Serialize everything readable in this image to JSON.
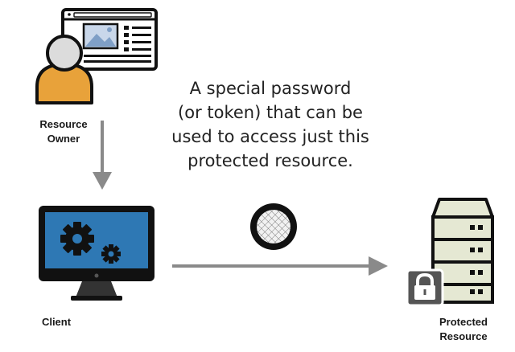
{
  "diagram": {
    "callout_text": "A special password\n(or token) that can be\nused to access just this\nprotected resource.",
    "nodes": {
      "resource_owner": {
        "label": "Resource\nOwner"
      },
      "client": {
        "label": "Client"
      },
      "protected_resource": {
        "label": "Protected\nResource"
      }
    },
    "colors": {
      "arrow": "#8a8a8a",
      "person_body": "#e8a23a",
      "screen": "#2e78b4",
      "outline": "#111111",
      "server": "#e5e8d3"
    }
  }
}
